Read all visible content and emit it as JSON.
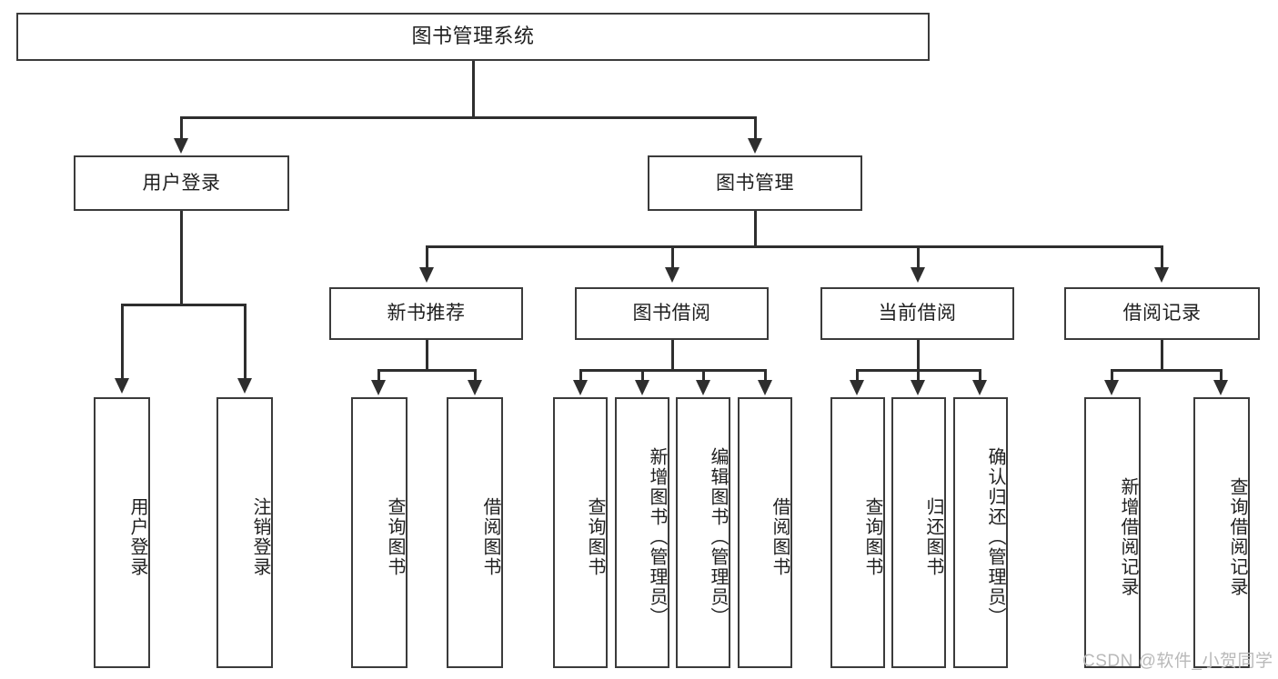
{
  "diagram": {
    "title": "图书管理系统",
    "type": "tree-hierarchy-chart",
    "watermark": "CSDN @软件_小贺同学",
    "colors": {
      "box_border": "#3b3b3b",
      "connector": "#2e2e2e",
      "background": "#ffffff",
      "text": "#1f1f1f",
      "watermark": "#b9b9b9"
    }
  },
  "root": {
    "label": "图书管理系统"
  },
  "level2": [
    {
      "label": "用户登录"
    },
    {
      "label": "图书管理"
    }
  ],
  "level3": [
    {
      "label": "新书推荐"
    },
    {
      "label": "图书借阅"
    },
    {
      "label": "当前借阅"
    },
    {
      "label": "借阅记录"
    }
  ],
  "leaves": {
    "user_login": [
      {
        "label": "用户登录"
      },
      {
        "label": "注销登录"
      }
    ],
    "new_book_recommend": [
      {
        "label": "查询图书"
      },
      {
        "label": "借阅图书"
      }
    ],
    "book_borrow": [
      {
        "label": "查询图书"
      },
      {
        "label": "新增图书（管理员）"
      },
      {
        "label": "编辑图书（管理员）"
      },
      {
        "label": "借阅图书"
      }
    ],
    "current_borrow": [
      {
        "label": "查询图书"
      },
      {
        "label": "归还图书"
      },
      {
        "label": "确认归还（管理员）"
      }
    ],
    "borrow_record": [
      {
        "label": "新增借阅记录"
      },
      {
        "label": "查询借阅记录"
      }
    ]
  }
}
